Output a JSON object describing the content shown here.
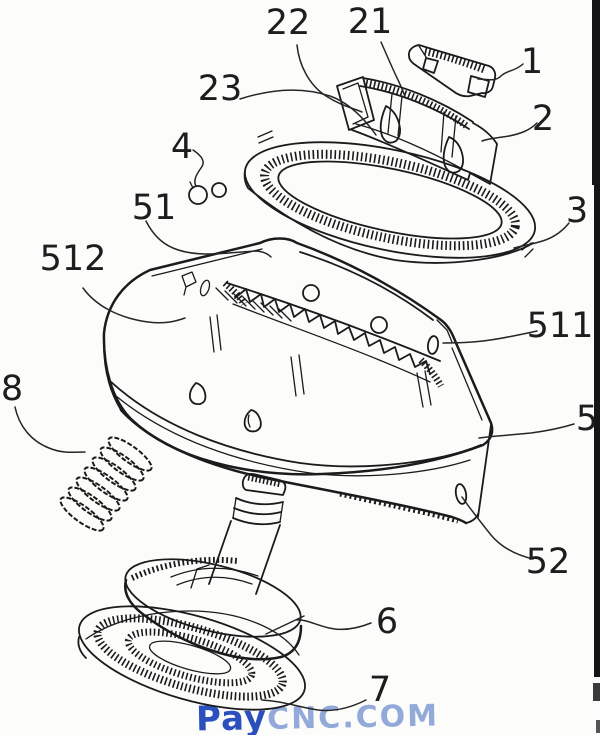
{
  "figure": {
    "kind": "patent-exploded-assembly-drawing",
    "colors": {
      "background": "#fcfcfb",
      "ink": "#1b1b1b",
      "scan_border": "#151515",
      "watermark_primary": "#2b50bd",
      "watermark_secondary": "#93a9da"
    },
    "callouts": [
      {
        "label": "22"
      },
      {
        "label": "21"
      },
      {
        "label": "1"
      },
      {
        "label": "2"
      },
      {
        "label": "23"
      },
      {
        "label": "4"
      },
      {
        "label": "3"
      },
      {
        "label": "51"
      },
      {
        "label": "512"
      },
      {
        "label": "511"
      },
      {
        "label": "8"
      },
      {
        "label": "5"
      },
      {
        "label": "52"
      },
      {
        "label": "6"
      },
      {
        "label": "7"
      }
    ],
    "watermark": {
      "prefix": "Pay",
      "suffix": "CNC.COM"
    }
  }
}
